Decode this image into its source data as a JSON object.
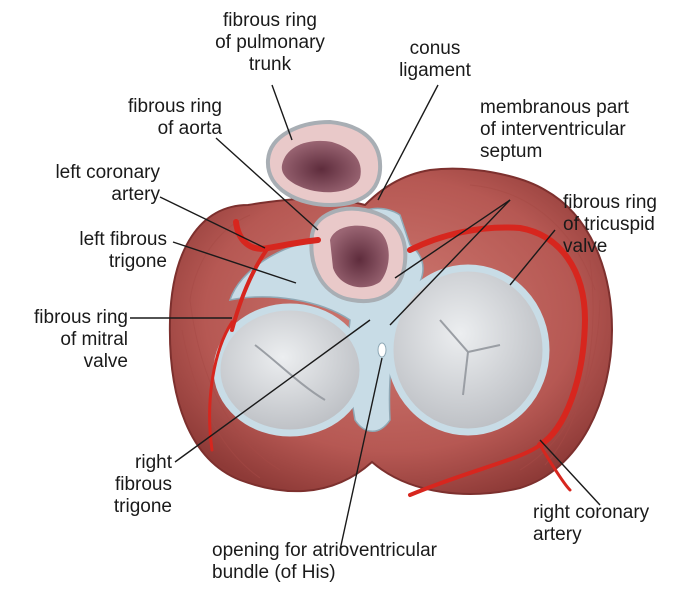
{
  "labels": {
    "pulmonary_ring": [
      "fibrous ring",
      "of pulmonary",
      "trunk"
    ],
    "conus_ligament": [
      "conus",
      "ligament"
    ],
    "aortic_ring": [
      "fibrous ring",
      "of aorta"
    ],
    "membranous_septum": [
      "membranous part",
      "of interventricular",
      "septum"
    ],
    "left_coronary": [
      "left coronary",
      "artery"
    ],
    "tricuspid_ring": [
      "fibrous ring",
      "of tricuspid",
      "valve"
    ],
    "left_trigone": [
      "left fibrous",
      "trigone"
    ],
    "mitral_ring": [
      "fibrous ring",
      "of mitral",
      "valve"
    ],
    "right_trigone": [
      "right",
      "fibrous",
      "trigone"
    ],
    "right_coronary": [
      "right coronary",
      "artery"
    ],
    "his_opening": [
      "opening for atrioventricular",
      "bundle (of His)"
    ]
  },
  "colors": {
    "myocardium": "#b85a55",
    "myocardium_dark": "#8e3a37",
    "fibrous_skeleton": "#c8dce6",
    "valve_leaflet": "#d3d5d8",
    "artery": "#d7261e",
    "pulmonary_valve": "#e9c9c9"
  }
}
